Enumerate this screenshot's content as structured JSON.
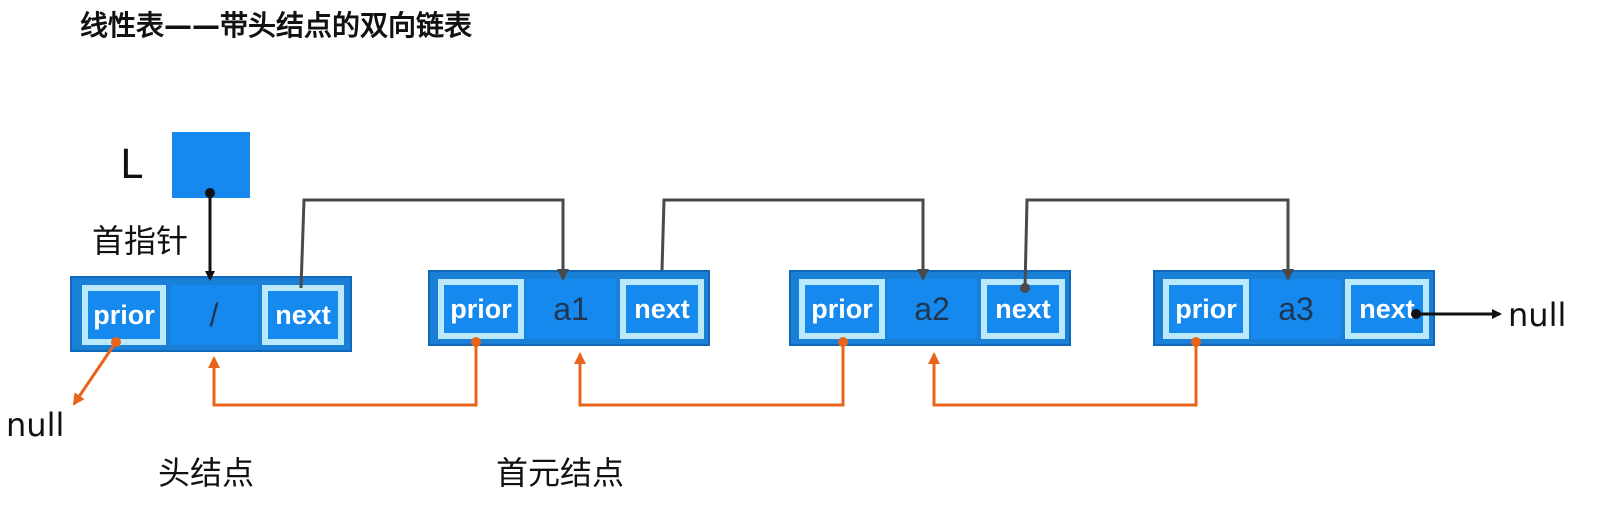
{
  "title": "线性表——带头结点的双向链表",
  "head_pointer": {
    "name": "L",
    "label": "首指针"
  },
  "nodes": [
    {
      "prior": "prior",
      "data": "/",
      "next": "next"
    },
    {
      "prior": "prior",
      "data": "a1",
      "next": "next"
    },
    {
      "prior": "prior",
      "data": "a2",
      "next": "next"
    },
    {
      "prior": "prior",
      "data": "a3",
      "next": "next"
    }
  ],
  "null_left": "null",
  "null_right": "null",
  "captions": {
    "head_node": "头结点",
    "first_node": "首元结点"
  },
  "colors": {
    "node_fill": "#1a7fd6",
    "pointer_cell": "#b9e9fb",
    "next_link": "#4a4a4a",
    "prior_link": "#e8641b"
  }
}
